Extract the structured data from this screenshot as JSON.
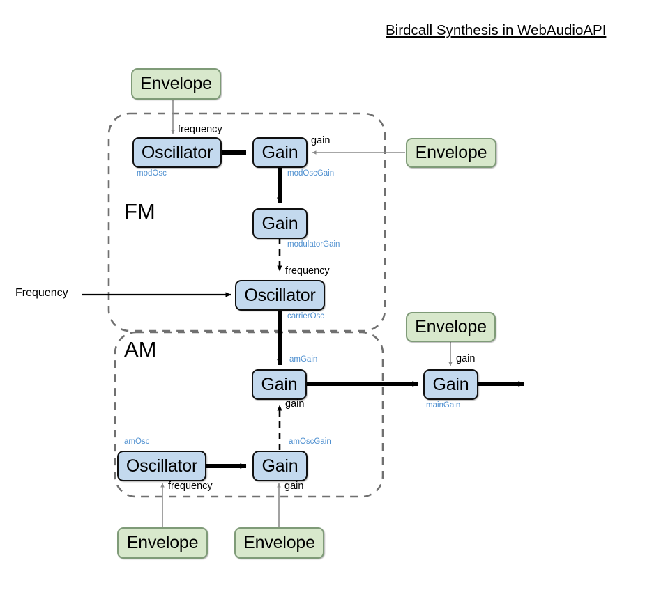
{
  "title": "Birdcall Synthesis in WebAudioAPI",
  "groups": [
    {
      "id": "fm",
      "label": "FM"
    },
    {
      "id": "am",
      "label": "AM"
    }
  ],
  "io": {
    "frequency_input": "Frequency"
  },
  "nodes": [
    {
      "id": "env-mod-freq",
      "type": "Envelope",
      "text": "Envelope",
      "var": ""
    },
    {
      "id": "mod-osc",
      "type": "Oscillator",
      "text": "Oscillator",
      "var": "modOsc"
    },
    {
      "id": "mod-osc-gain",
      "type": "Gain",
      "text": "Gain",
      "var": "modOscGain"
    },
    {
      "id": "env-mod-gain",
      "type": "Envelope",
      "text": "Envelope",
      "var": ""
    },
    {
      "id": "modulator-gain",
      "type": "Gain",
      "text": "Gain",
      "var": "modulatorGain"
    },
    {
      "id": "carrier-osc",
      "type": "Oscillator",
      "text": "Oscillator",
      "var": "carrierOsc"
    },
    {
      "id": "am-gain",
      "type": "Gain",
      "text": "Gain",
      "var": "amGain"
    },
    {
      "id": "am-osc",
      "type": "Oscillator",
      "text": "Oscillator",
      "var": "amOsc"
    },
    {
      "id": "am-osc-gain",
      "type": "Gain",
      "text": "Gain",
      "var": "amOscGain"
    },
    {
      "id": "main-gain",
      "type": "Gain",
      "text": "Gain",
      "var": "mainGain"
    },
    {
      "id": "env-main-gain",
      "type": "Envelope",
      "text": "Envelope",
      "var": ""
    },
    {
      "id": "env-am-freq",
      "type": "Envelope",
      "text": "Envelope",
      "var": ""
    },
    {
      "id": "env-am-gain",
      "type": "Envelope",
      "text": "Envelope",
      "var": ""
    }
  ],
  "port_labels": [
    {
      "id": "p1",
      "text": "frequency"
    },
    {
      "id": "p2",
      "text": "gain"
    },
    {
      "id": "p3",
      "text": "frequency"
    },
    {
      "id": "p4",
      "text": "gain"
    },
    {
      "id": "p5",
      "text": "gain"
    },
    {
      "id": "p6",
      "text": "frequency"
    },
    {
      "id": "p7",
      "text": "gain"
    }
  ],
  "colors": {
    "node_fill": "#c3d9ee",
    "node_border": "#101010",
    "envelope_fill": "#d8e8cc",
    "envelope_border": "#7f9b78",
    "var_label": "#4f90d0",
    "group_border": "#707070",
    "param_wire": "#808080",
    "audio_wire": "#000000",
    "background": "#ffffff"
  }
}
